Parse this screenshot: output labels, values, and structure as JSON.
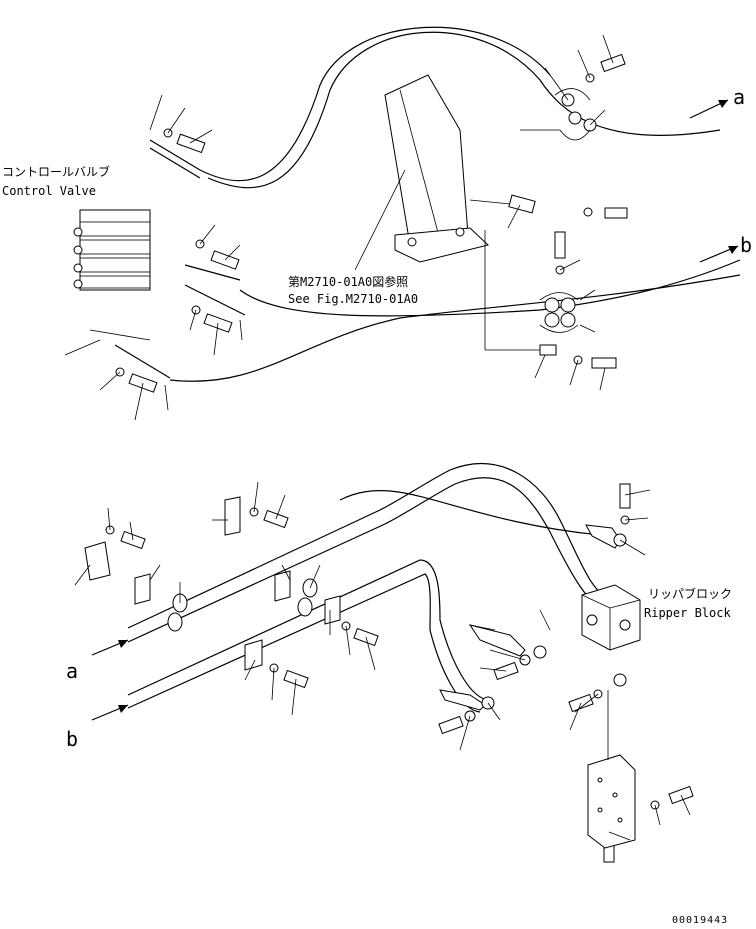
{
  "labels": {
    "control_valve_jp": "コントロールバルブ",
    "control_valve_en": "Control Valve",
    "ref_jp": "第M2710-01A0図参照",
    "ref_en": "See Fig.M2710-01A0",
    "ripper_block_jp": "リッパブロック",
    "ripper_block_en": "Ripper Block",
    "connector_a_top": "a",
    "connector_b_top": "b",
    "connector_a_bottom": "a",
    "connector_b_bottom": "b",
    "drawing_number": "00019443"
  }
}
